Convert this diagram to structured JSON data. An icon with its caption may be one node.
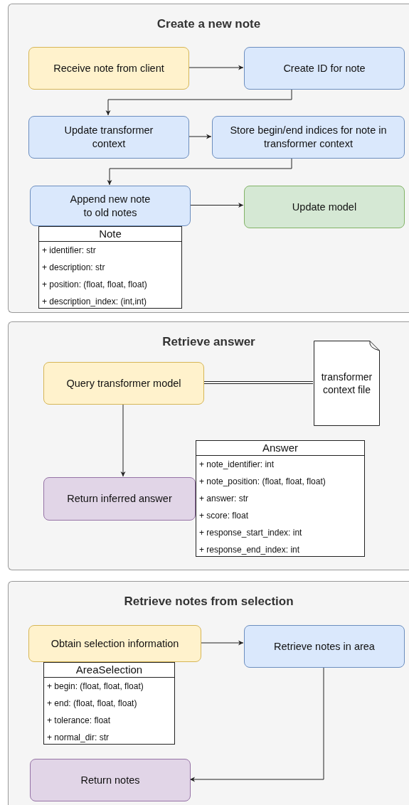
{
  "diagram": {
    "nodes": [
      {
        "text": [
          "Create a new note"
        ]
      },
      {
        "text": [
          "Receive note from client"
        ],
        "in": 0
      },
      {
        "text": [
          "Create ID for note"
        ],
        "in": 0
      },
      {
        "text": [
          "Update transformer context"
        ],
        "in": 0
      },
      {
        "text": [
          "Store begin/end indices for note in transformer context"
        ],
        "in": 0
      },
      {
        "text": [
          "Append new note to old notes"
        ],
        "in": 0
      },
      {
        "text": [
          "Update model"
        ],
        "in": 0
      },
      {
        "text": [
          "Note",
          "+ identifier: str",
          "+ description: str",
          "+ position: (float, float, float)",
          "+ description_index: (int,int)"
        ],
        "in": 0
      },
      {
        "text": [
          "Retrieve answer"
        ]
      },
      {
        "text": [
          "Query transformer model"
        ],
        "in": 8
      },
      {
        "text": [
          "transformer context file"
        ],
        "in": 8
      },
      {
        "text": [
          "Return inferred answer"
        ],
        "in": 8
      },
      {
        "text": [
          "Answer",
          "+ note_identifier: int",
          "+ note_position: (float, float, float)",
          "+ answer: str",
          "+ score: float",
          "+ response_start_index: int",
          "+ response_end_index: int"
        ],
        "in": 8
      },
      {
        "text": [
          "Retrieve notes from selection"
        ]
      },
      {
        "text": [
          "Obtain selection information"
        ],
        "in": 13
      },
      {
        "text": [
          "Retrieve notes in area"
        ],
        "in": 13
      },
      {
        "text": [
          "AreaSelection",
          "+ begin: (float, float, float)",
          "+ end: (float, float, float)",
          "+ tolerance: float",
          "+ normal_dir: str"
        ],
        "in": 13
      },
      {
        "text": [
          "Return notes"
        ],
        "in": 13
      }
    ],
    "edges": [
      {
        "from": 1,
        "to": 2,
        "arrow": "to"
      },
      {
        "from": 2,
        "to": 3,
        "arrow": "to"
      },
      {
        "from": 3,
        "to": 4,
        "arrow": "to"
      },
      {
        "from": 4,
        "to": 5,
        "arrow": "to"
      },
      {
        "from": 5,
        "to": 6,
        "arrow": "to"
      },
      {
        "from": 9,
        "to": 10,
        "arrow": "none"
      },
      {
        "from": 9,
        "to": 11,
        "arrow": "to"
      },
      {
        "from": 14,
        "to": 15,
        "arrow": "to"
      },
      {
        "from": 15,
        "to": 17,
        "arrow": "to"
      }
    ]
  }
}
